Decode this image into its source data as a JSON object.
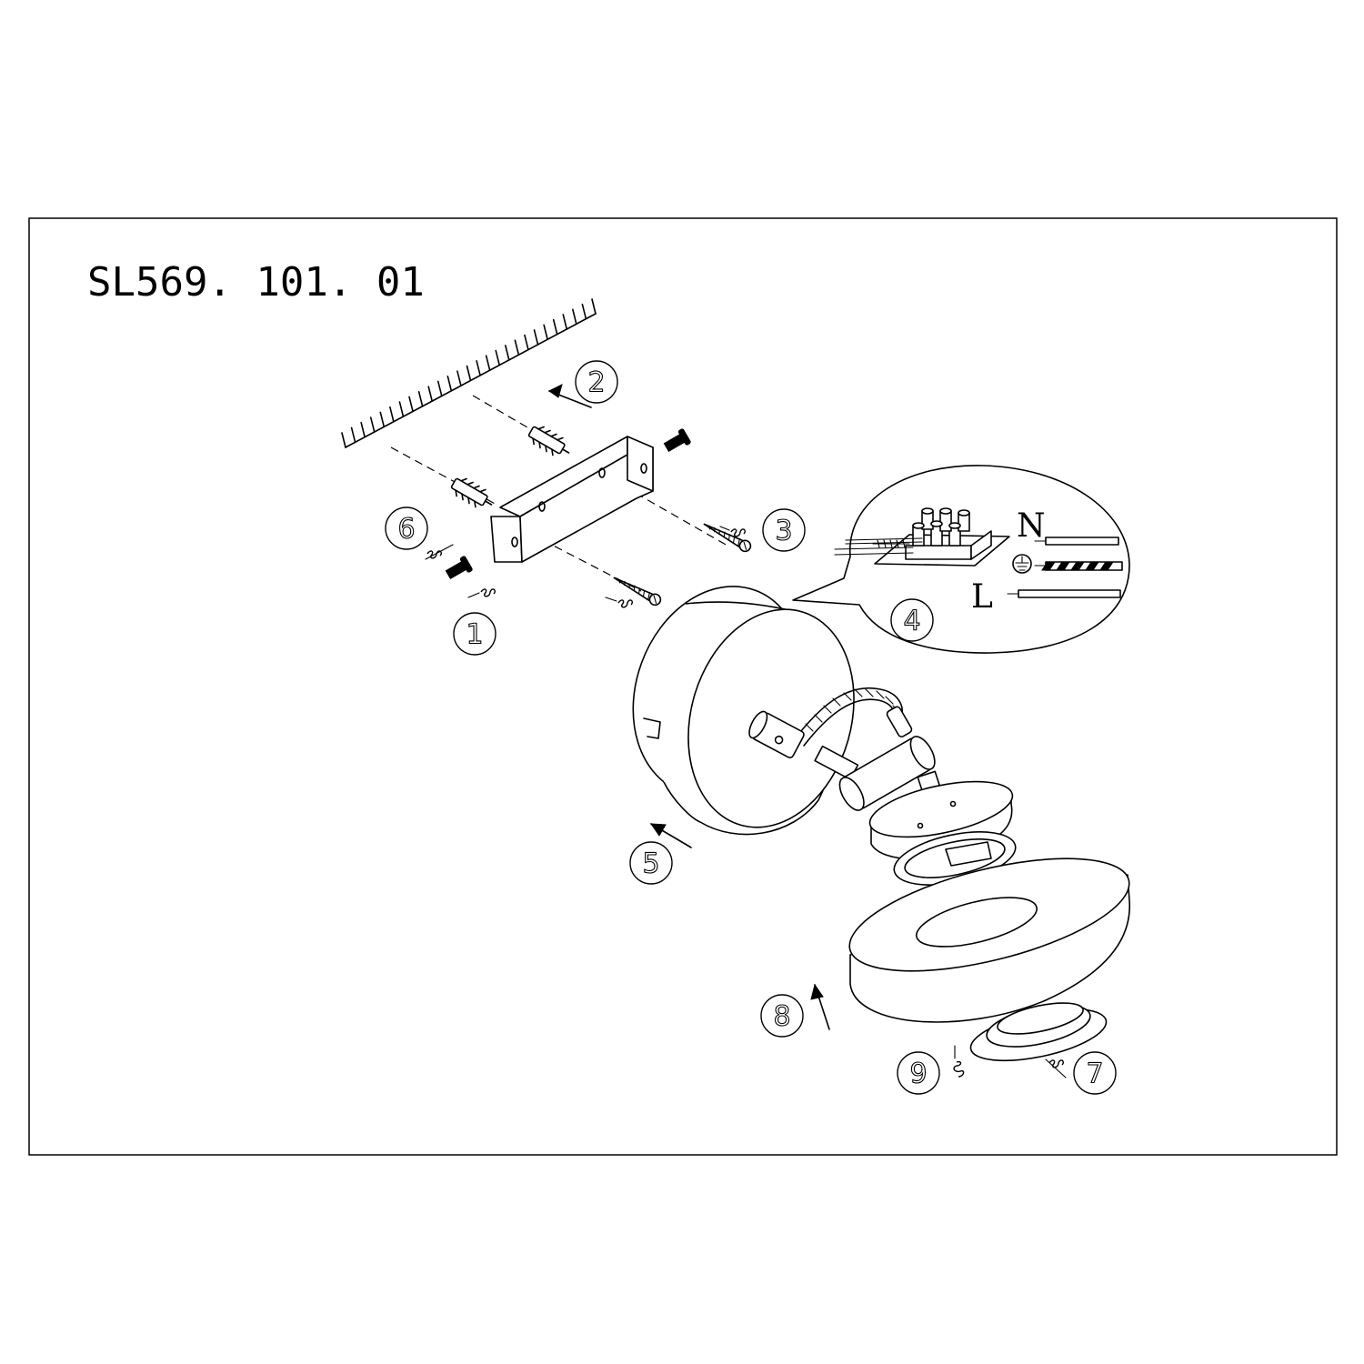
{
  "title": "SL569. 101. 01",
  "wire_labels": {
    "neutral": "N",
    "live": "L",
    "earth_icon": "earth-ground-icon"
  },
  "callouts": [
    {
      "id": "1",
      "label": "1"
    },
    {
      "id": "2",
      "label": "2"
    },
    {
      "id": "3",
      "label": "3"
    },
    {
      "id": "4",
      "label": "4"
    },
    {
      "id": "5",
      "label": "5"
    },
    {
      "id": "6",
      "label": "6"
    },
    {
      "id": "7",
      "label": "7"
    },
    {
      "id": "8",
      "label": "8"
    },
    {
      "id": "9",
      "label": "9"
    }
  ]
}
